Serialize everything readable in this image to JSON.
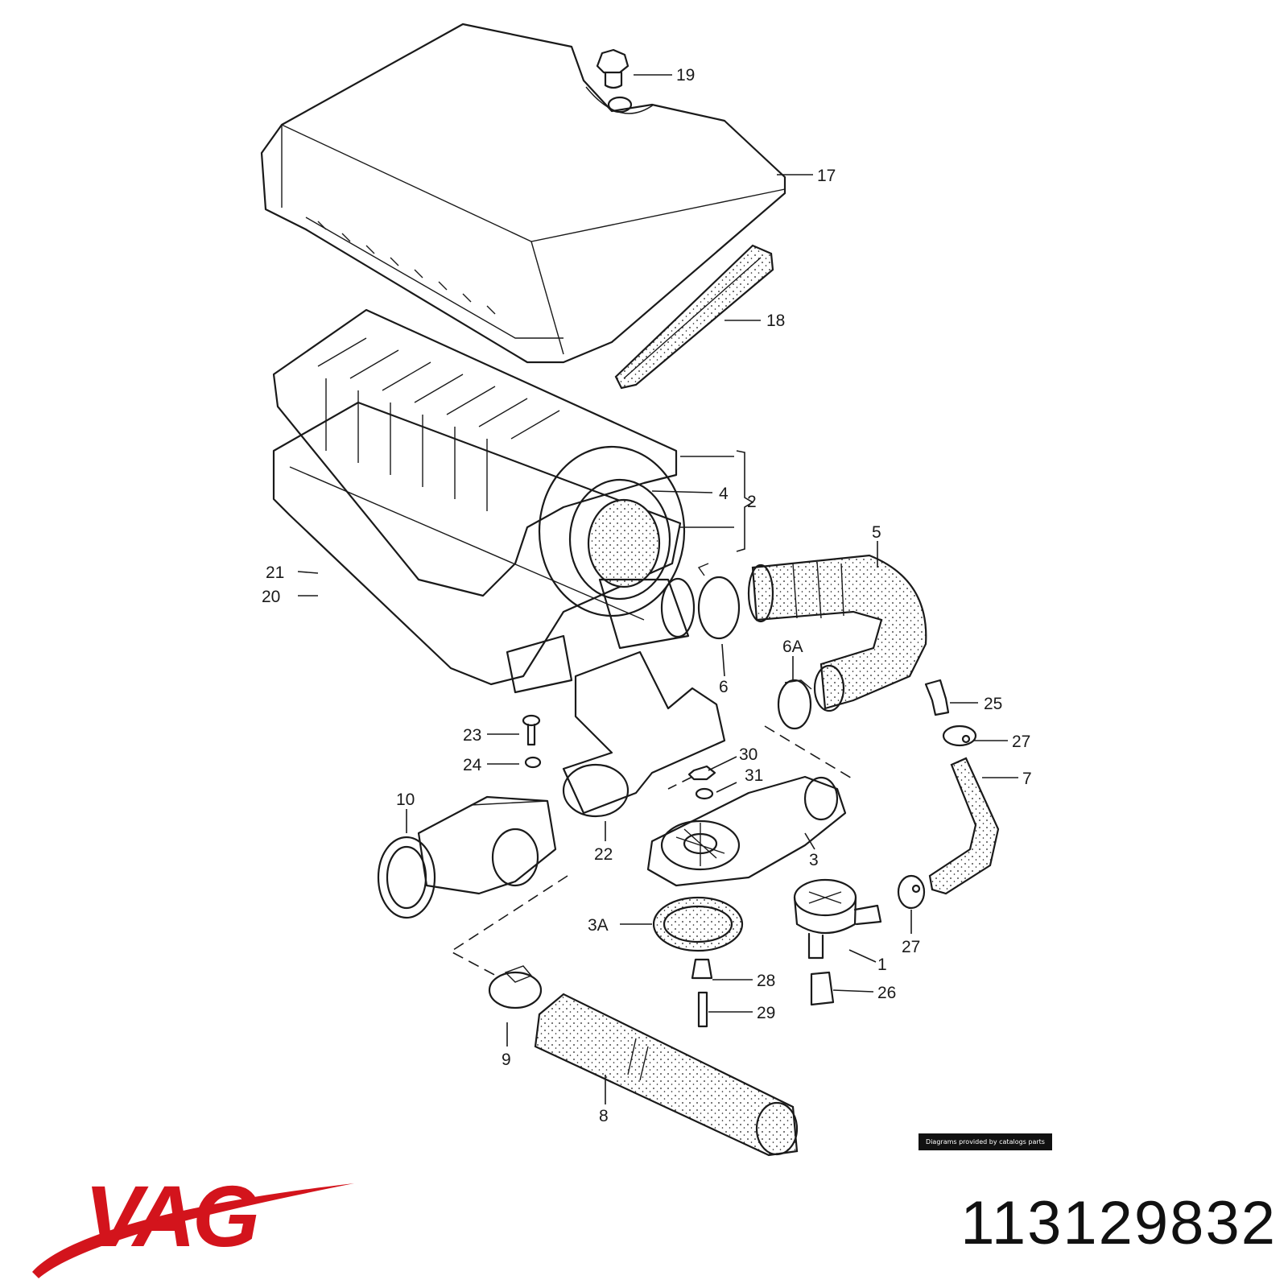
{
  "diagram": {
    "callouts": {
      "c1": "1",
      "c2": "2",
      "c3": "3",
      "c3a": "3A",
      "c4": "4",
      "c5": "5",
      "c6": "6",
      "c6a": "6A",
      "c7": "7",
      "c8": "8",
      "c9": "9",
      "c10": "10",
      "c17": "17",
      "c18": "18",
      "c19": "19",
      "c20": "20",
      "c21": "21",
      "c22": "22",
      "c23": "23",
      "c24": "24",
      "c25": "25",
      "c26": "26",
      "c27a": "27",
      "c27b": "27",
      "c28": "28",
      "c29": "29",
      "c30": "30",
      "c31": "31"
    },
    "credit": "Diagrams provided by catalogs parts"
  },
  "brand": {
    "logo_text": "VAG",
    "logo_color": "#d3141c"
  },
  "part_number": "113129832"
}
